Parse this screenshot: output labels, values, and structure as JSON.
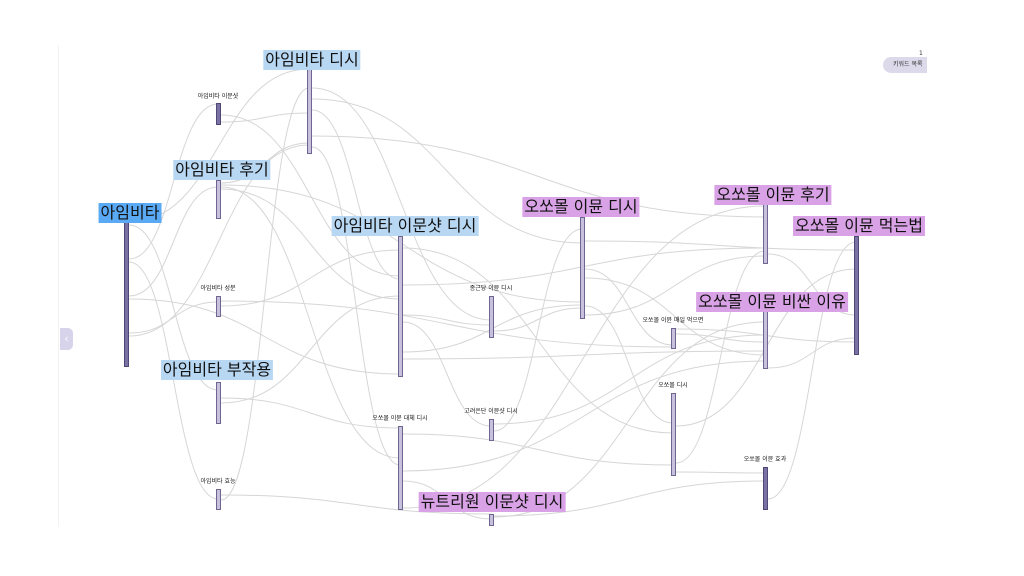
{
  "toolbar": {
    "keyword_list_label": "키워드 목록",
    "keyword_count": "1",
    "collapse_icon": "chevron-left-icon"
  },
  "colors": {
    "root_highlight": "#5aa9f5",
    "blue_highlight": "#b8d7f2",
    "purple_highlight": "#d9a2e6",
    "bar_fill": "#c7c1de",
    "bar_fill_dark": "#7a72a3",
    "link": "#d6d6d6"
  },
  "nodes": [
    {
      "id": "n0",
      "label": "아임비타",
      "size": "root",
      "highlight": "root",
      "dark": true
    },
    {
      "id": "n1",
      "label": "아임비타 디시",
      "size": "big",
      "highlight": "blue"
    },
    {
      "id": "n2",
      "label": "아임비타 이문샷",
      "size": "small",
      "highlight": "none",
      "dark": true
    },
    {
      "id": "n3",
      "label": "아임비타 후기",
      "size": "big",
      "highlight": "blue"
    },
    {
      "id": "n4",
      "label": "아임비타 성분",
      "size": "small",
      "highlight": "none"
    },
    {
      "id": "n5",
      "label": "아임비타 부작용",
      "size": "big",
      "highlight": "blue"
    },
    {
      "id": "n6",
      "label": "아임비타 효능",
      "size": "small",
      "highlight": "none"
    },
    {
      "id": "n7",
      "label": "아임비타 이문샷 디시",
      "size": "big",
      "highlight": "blue"
    },
    {
      "id": "n8",
      "label": "오쏘몰 이뮨 대체 디시",
      "size": "small",
      "highlight": "none"
    },
    {
      "id": "n9",
      "label": "종근당 이뮨 디시",
      "size": "small",
      "highlight": "none"
    },
    {
      "id": "n10",
      "label": "고려은단 이뮨샷 디시",
      "size": "small",
      "highlight": "none"
    },
    {
      "id": "n11",
      "label": "뉴트리원 이문샷 디시",
      "size": "big",
      "highlight": "purple"
    },
    {
      "id": "n12",
      "label": "오쏘몰 이뮨 디시",
      "size": "big",
      "highlight": "purple"
    },
    {
      "id": "n13",
      "label": "오쏘몰 이뮨 매일 먹으면",
      "size": "small",
      "highlight": "none"
    },
    {
      "id": "n14",
      "label": "오쏘몰 디시",
      "size": "small",
      "highlight": "none"
    },
    {
      "id": "n15",
      "label": "오쏘몰 이뮨 후기",
      "size": "big",
      "highlight": "purple"
    },
    {
      "id": "n16",
      "label": "오쏘몰 이뮨 비싼 이유",
      "size": "big",
      "highlight": "purple"
    },
    {
      "id": "n17",
      "label": "오쏘몰 이뮨 효과",
      "size": "small",
      "highlight": "none",
      "dark": true
    },
    {
      "id": "n18",
      "label": "오쏘몰 이뮨 먹는법",
      "size": "big",
      "highlight": "purple",
      "dark": true
    }
  ],
  "links": [
    [
      "n0",
      "n1"
    ],
    [
      "n0",
      "n2"
    ],
    [
      "n0",
      "n3"
    ],
    [
      "n0",
      "n4"
    ],
    [
      "n0",
      "n5"
    ],
    [
      "n0",
      "n6"
    ],
    [
      "n0",
      "n7"
    ],
    [
      "n0",
      "n1"
    ],
    [
      "n1",
      "n7"
    ],
    [
      "n1",
      "n8"
    ],
    [
      "n1",
      "n12"
    ],
    [
      "n1",
      "n15"
    ],
    [
      "n1",
      "n9"
    ],
    [
      "n2",
      "n1"
    ],
    [
      "n2",
      "n7"
    ],
    [
      "n3",
      "n7"
    ],
    [
      "n3",
      "n8"
    ],
    [
      "n3",
      "n12"
    ],
    [
      "n3",
      "n1"
    ],
    [
      "n4",
      "n7"
    ],
    [
      "n4",
      "n13"
    ],
    [
      "n5",
      "n7"
    ],
    [
      "n5",
      "n8"
    ],
    [
      "n6",
      "n1"
    ],
    [
      "n6",
      "n11"
    ],
    [
      "n7",
      "n9"
    ],
    [
      "n7",
      "n12"
    ],
    [
      "n7",
      "n14"
    ],
    [
      "n7",
      "n15"
    ],
    [
      "n7",
      "n10"
    ],
    [
      "n7",
      "n16"
    ],
    [
      "n8",
      "n11"
    ],
    [
      "n8",
      "n14"
    ],
    [
      "n8",
      "n16"
    ],
    [
      "n8",
      "n15"
    ],
    [
      "n9",
      "n12"
    ],
    [
      "n10",
      "n12"
    ],
    [
      "n10",
      "n16"
    ],
    [
      "n11",
      "n17"
    ],
    [
      "n11",
      "n16"
    ],
    [
      "n12",
      "n13"
    ],
    [
      "n12",
      "n14"
    ],
    [
      "n12",
      "n18"
    ],
    [
      "n12",
      "n16"
    ],
    [
      "n12",
      "n15"
    ],
    [
      "n13",
      "n16"
    ],
    [
      "n13",
      "n18"
    ],
    [
      "n14",
      "n17"
    ],
    [
      "n14",
      "n18"
    ],
    [
      "n14",
      "n15"
    ],
    [
      "n15",
      "n18"
    ],
    [
      "n16",
      "n18"
    ],
    [
      "n17",
      "n18"
    ]
  ]
}
